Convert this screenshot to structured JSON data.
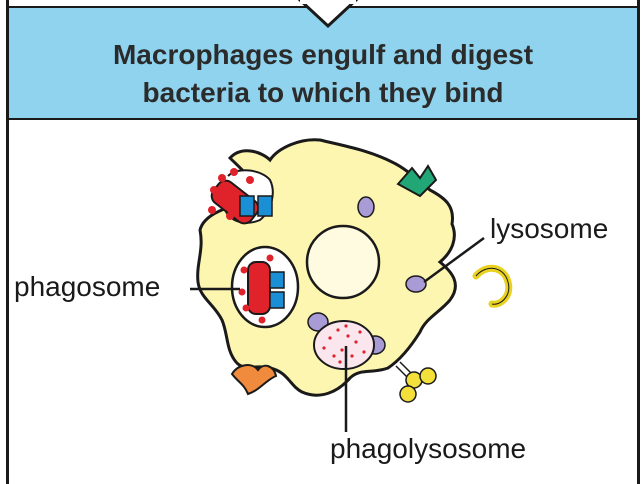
{
  "title": "Macrophages engulf and digest\nbacteria to which they bind",
  "labels": {
    "lysosome": "lysosome",
    "phagosome": "phagosome",
    "phagolysosome": "phagolysosome"
  },
  "colors": {
    "header_background": "#8fd3ee",
    "cell_cytoplasm": "#fdf6b0",
    "bacterium": "#e0232b",
    "receptor": "#1a8fd6",
    "lysosome": "#a89bd6",
    "outline": "#1a1a1a"
  }
}
